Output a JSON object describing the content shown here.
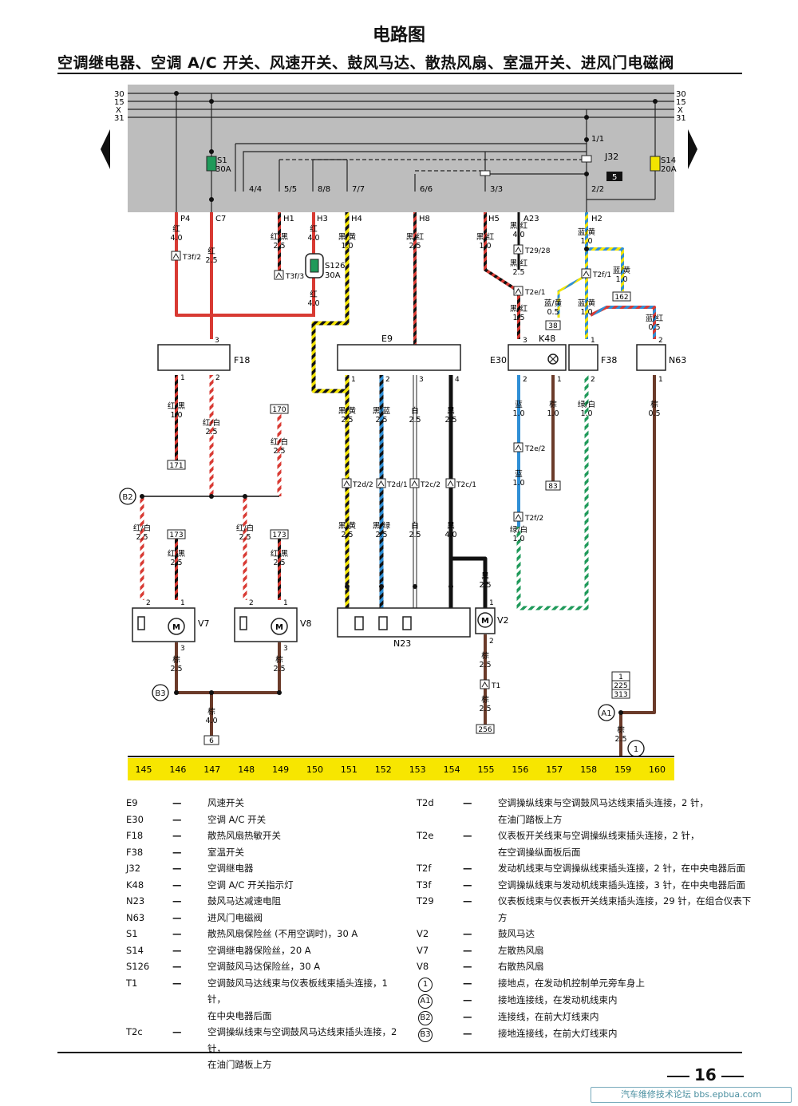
{
  "header": {
    "title": "电路图",
    "subtitle": "空调继电器、空调 A/C 开关、风速开关、鼓风马达、散热风扇、室温开关、进风门电磁阀"
  },
  "bus_labels": [
    "30",
    "15",
    "X",
    "31"
  ],
  "fuse_box_terminals": [
    "4/4",
    "5/5",
    "8/8",
    "7/7",
    "6/6",
    "3/3",
    "2/2",
    "1/1"
  ],
  "fuse_box_components": {
    "s1": {
      "name": "S1",
      "rating": "30A"
    },
    "s14": {
      "name": "S14",
      "rating": "20A"
    },
    "j32": "J32",
    "box5": "5"
  },
  "connectors": [
    "P4",
    "C7",
    "H1",
    "H3",
    "H4",
    "H8",
    "H5",
    "A23",
    "H2"
  ],
  "wire_labels": {
    "p4": "红\n4.0",
    "c7": "红\n2.5",
    "h1": "红/黑\n2.5",
    "h3": "红\n4.0",
    "h4": "黑/黄\n1.0",
    "h8": "黑/红\n2.5",
    "h5": "黑/红\n1.0",
    "a23": "黑/红\n4.0",
    "h2": "蓝/黄\n1.0",
    "s126_out": "红\n4.0",
    "t29_out": "黑/红\n2.5",
    "t2e1_out": "黑/红\n1.5",
    "k48_in": "蓝/黄\n0.5",
    "t2f1_out": "蓝/黄\n1.0",
    "t2f1_side": "蓝/黄\n1.0",
    "n63_in": "蓝/红\n0.5",
    "f18_1": "红/黑\n1.0",
    "f18_2": "红/白\n2.5",
    "w170": "红/白\n2.5",
    "e9_1": "黑/黄\n2.5",
    "e9_2": "黑/蓝\n2.5",
    "e9_3": "白\n2.5",
    "e9_4": "黑\n2.5",
    "n23_1": "黑/黄\n2.5",
    "n23_2": "黑/绿\n2.5",
    "n23_3": "白\n2.5",
    "n23_4": "黑\n4.0",
    "v2_1": "黑\n2.5",
    "v2_2": "棕\n2.5",
    "v2_gnd": "棕\n2.5",
    "e30_1": "蓝\n1.0",
    "e30_mid": "蓝\n1.0",
    "e30_low": "绿/白\n1.0",
    "k48_out": "棕\n1.0",
    "f38_2": "绿/白\n1.0",
    "n63_out": "棕\n0.5",
    "v7_2": "红/白\n2.5",
    "v7_1": "红/黑\n2.5",
    "v8_2": "红/白\n2.5",
    "v8_1": "红/黑\n2.5",
    "v7_3": "棕\n2.5",
    "v8_3": "棕\n2.5",
    "b3_out": "棕\n4.0",
    "a1_out": "棕\n2.5"
  },
  "connector_tags": [
    "T3f/2",
    "T3f/3",
    "T29/28",
    "T2e/1",
    "T2f/1",
    "T2d/2",
    "T2d/1",
    "T2c/2",
    "T2c/1",
    "T2e/2",
    "T2f/2",
    "T1"
  ],
  "ref_boxes": {
    "r171": "171",
    "r170": "170",
    "r173a": "173",
    "r173b": "173",
    "r38": "38",
    "r162": "162",
    "r83": "83",
    "r256": "256",
    "r6": "6",
    "r1": "1",
    "r225": "225",
    "r313": "313"
  },
  "pin_numbers": {
    "f18_3": "3",
    "f18_1": "1",
    "f18_2": "2",
    "e9_1": "1",
    "e9_2": "2",
    "e9_3": "3",
    "e9_4": "4",
    "e30_3": "3",
    "e30_2": "2",
    "k48_1": "1",
    "f38_1": "1",
    "f38_2": "2",
    "n63_2": "2",
    "n63_1": "1",
    "v7_2": "2",
    "v7_1": "1",
    "v7_3": "3",
    "v8_2": "2",
    "v8_1": "1",
    "v8_3": "3",
    "v2_1": "1",
    "v2_2": "2"
  },
  "components": {
    "f18": "F18",
    "e9": "E9",
    "e30": "E30",
    "k48": "K48",
    "f38": "F38",
    "n63": "N63",
    "v7": "V7",
    "v8": "V8",
    "n23": "N23",
    "v2": "V2",
    "s126": "S126",
    "s126_rating": "30A",
    "motor": "M"
  },
  "nodes": {
    "b2": "B2",
    "b3": "B3",
    "a1": "A1",
    "g1": "1"
  },
  "ruler": [
    "145",
    "146",
    "147",
    "148",
    "149",
    "150",
    "151",
    "152",
    "153",
    "154",
    "155",
    "156",
    "157",
    "158",
    "159",
    "160"
  ],
  "legend_left": [
    {
      "code": "E9",
      "desc": "风速开关"
    },
    {
      "code": "E30",
      "desc": "空调 A/C 开关"
    },
    {
      "code": "F18",
      "desc": "散热风扇热敏开关"
    },
    {
      "code": "F38",
      "desc": "室温开关"
    },
    {
      "code": "J32",
      "desc": "空调继电器"
    },
    {
      "code": "K48",
      "desc": "空调 A/C 开关指示灯"
    },
    {
      "code": "N23",
      "desc": "鼓风马达减速电阻"
    },
    {
      "code": "N63",
      "desc": "进风门电磁阀"
    },
    {
      "code": "S1",
      "desc": "散热风扇保险丝 (不用空调时)，30 A"
    },
    {
      "code": "S14",
      "desc": "空调继电器保险丝，20 A"
    },
    {
      "code": "S126",
      "desc": "空调鼓风马达保险丝，30 A"
    },
    {
      "code": "T1",
      "desc": "空调鼓风马达线束与仪表板线束插头连接，1 针，"
    },
    {
      "code": "",
      "desc": "在中央电器后面"
    },
    {
      "code": "T2c",
      "desc": "空调操纵线束与空调鼓风马达线束插头连接，2 针，"
    },
    {
      "code": "",
      "desc": "在油门踏板上方"
    }
  ],
  "legend_right": [
    {
      "code": "T2d",
      "desc": "空调操纵线束与空调鼓风马达线束插头连接，2 针，"
    },
    {
      "code": "",
      "desc": "在油门踏板上方"
    },
    {
      "code": "T2e",
      "desc": "仪表板开关线束与空调操纵线束插头连接，2 针，"
    },
    {
      "code": "",
      "desc": "在空调操纵面板后面"
    },
    {
      "code": "T2f",
      "desc": "发动机线束与空调操纵线束插头连接，2 针，在中央电器后面"
    },
    {
      "code": "T3f",
      "desc": "空调操纵线束与发动机线束插头连接，3 针，在中央电器后面"
    },
    {
      "code": "T29",
      "desc": "仪表板线束与仪表板开关线束插头连接，29 针，在组合仪表下方"
    },
    {
      "code": "V2",
      "desc": "鼓风马达"
    },
    {
      "code": "V7",
      "desc": "左散热风扇"
    },
    {
      "code": "V8",
      "desc": "右散热风扇"
    },
    {
      "code": "1",
      "circle": true,
      "desc": "接地点，在发动机控制单元旁车身上"
    },
    {
      "code": "A1",
      "circle": true,
      "desc": "接地连接线，在发动机线束内"
    },
    {
      "code": "B2",
      "circle": true,
      "desc": "连接线，在前大灯线束内"
    },
    {
      "code": "B3",
      "circle": true,
      "desc": "接地连接线，在前大灯线束内"
    }
  ],
  "page_number": "16",
  "footer_banner": "汽车维修技术论坛 bbs.epbua.com",
  "colors": {
    "panel": "#bdbdbd",
    "ruler": "#f7e600",
    "red": "#d83a33",
    "yellow": "#f3e400",
    "blue": "#2f8fd6",
    "green": "#1f9a5a",
    "brown": "#6b3b2a"
  }
}
